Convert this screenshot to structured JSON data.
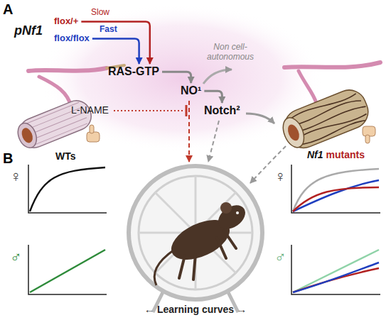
{
  "diagram": {
    "nodes": [
      {
        "text": [
          "flox/+"
        ]
      },
      {
        "text": [
          "flox/flox"
        ]
      },
      {
        "text": [
          "RAS-GTP"
        ]
      },
      {
        "text": [
          "NO¹"
        ]
      },
      {
        "text": [
          "Notch²"
        ]
      }
    ],
    "edges": [
      {
        "from": 0,
        "to": 2,
        "arrow": "to"
      },
      {
        "from": 1,
        "to": 2,
        "arrow": "to"
      },
      {
        "from": 2,
        "to": 3,
        "arrow": "to"
      },
      {
        "from": 3,
        "to": 4,
        "arrow": "to"
      }
    ],
    "labels": [
      "A",
      "B",
      "pNf1",
      "Slow",
      "Fast",
      "Non cell-autonomous",
      "L-NAME",
      "WTs",
      "♀",
      "♂",
      "Nf1",
      "mutants",
      "♀",
      "♂",
      "← Learning curves →"
    ]
  }
}
